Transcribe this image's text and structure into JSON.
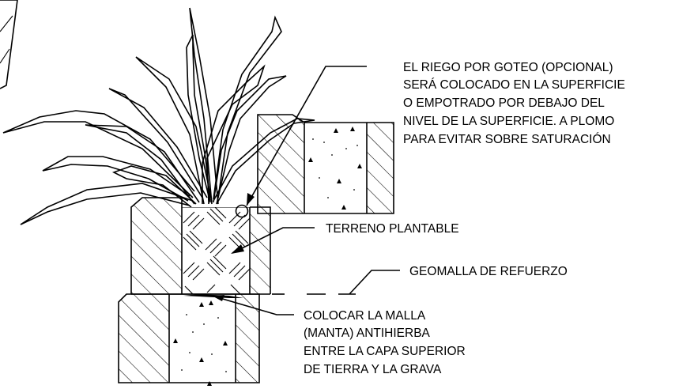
{
  "labels": {
    "drip_note": [
      "EL RIEGO POR GOTEO (OPCIONAL)",
      "SERÁ COLOCADO EN LA SUPERFICIE",
      "O EMPOTRADO POR DEBAJO DEL",
      "NIVEL DE LA SUPERFICIE. A PLOMO",
      "PARA EVITAR SOBRE SATURACIÓN"
    ],
    "planting_soil": "TERRENO PLANTABLE",
    "geogrid": "GEOMALLA DE REFUERZO",
    "weed_fabric_note": [
      "COLOCAR LA MALLA",
      "(MANTA) ANTIHIERBA",
      "ENTRE LA CAPA SUPERIOR",
      "DE TIERRA Y LA GRAVA"
    ]
  },
  "line_color": "#000000",
  "background_color": "#ffffff"
}
